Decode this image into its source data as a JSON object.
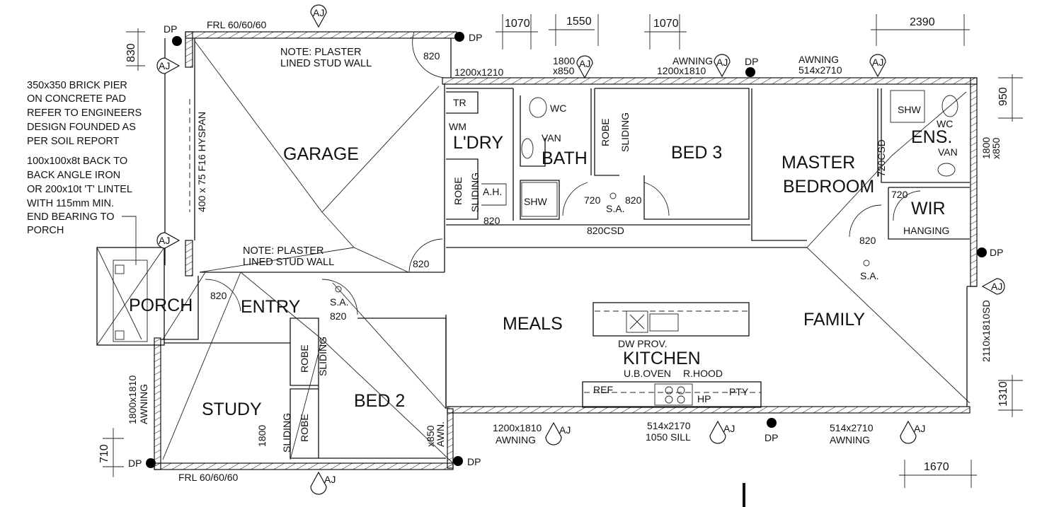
{
  "rooms": {
    "garage": "GARAGE",
    "ldry": "L'DRY",
    "bath": "BATH",
    "bed3": "BED 3",
    "master1": "MASTER",
    "master2": "BEDROOM",
    "ens": "ENS.",
    "wir": "WIR",
    "porch": "PORCH",
    "entry": "ENTRY",
    "meals": "MEALS",
    "family": "FAMILY",
    "kitchen": "KITCHEN",
    "study": "STUDY",
    "bed2": "BED 2"
  },
  "notes": {
    "pier": [
      "350x350 BRICK PIER",
      "ON CONCRETE PAD",
      "REFER TO ENGINEERS",
      "DESIGN FOUNDED AS",
      "PER SOIL REPORT"
    ],
    "lintel": [
      "100x100x8t BACK TO",
      "BACK ANGLE IRON",
      "OR 200x10t 'T' LINTEL",
      "WITH 115mm MIN.",
      "END BEARING TO",
      "PORCH"
    ],
    "plaster_top": [
      "NOTE: PLASTER",
      "LINED STUD WALL"
    ],
    "plaster_mid": [
      "NOTE: PLASTER",
      "LINED STUD WALL"
    ],
    "hyspan": "400 x 75 F16 HYSPAN",
    "frl_top": "FRL 60/60/60",
    "frl_bottom": "FRL 60/60/60"
  },
  "dimensions": {
    "top": [
      "1070",
      "1550",
      "1070",
      "2390"
    ],
    "left_830": "830",
    "right_950": "950",
    "right_1310": "1310",
    "left_710": "710",
    "bottom_1670": "1670"
  },
  "windows": {
    "w1200x1210": "1200x1210",
    "w1800a": [
      "1800",
      "x850"
    ],
    "awning_top1": [
      "AWNING",
      "1200x1810"
    ],
    "awning_top2": [
      "AWNING",
      "514x2710"
    ],
    "right_1800": [
      "1800",
      "x850"
    ],
    "right_2110": "2110x1810SD",
    "left_awning": [
      "1800x1810",
      "AWNING"
    ],
    "bed2_awn": [
      "1800",
      "x850",
      "AWN."
    ],
    "bottom_awning1": [
      "1200x1810",
      "AWNING"
    ],
    "bottom_514": [
      "514x2170",
      "1050 SILL"
    ],
    "bottom_awning2": [
      "514x2710",
      "AWNING"
    ]
  },
  "doors": {
    "garage_820": "820",
    "ldry_820": "820",
    "garage_low_820": "820",
    "entry_820": "820",
    "hall_820": "820",
    "bath_720": "720",
    "bed3_820": "820",
    "csd_820": "820CSD",
    "ens_720csd": "720CSD",
    "wir_720": "720",
    "master_820": "820"
  },
  "fixtures": {
    "tr": "TR",
    "wm": "WM",
    "robe": "ROBE",
    "sliding": "SLIDING",
    "ah": "A.H.",
    "wc": "WC",
    "van": "VAN",
    "shw": "SHW",
    "hanging": "HANGING",
    "dw": "DW PROV.",
    "ub_oven": "U.B.OVEN",
    "r_hood": "R.HOOD",
    "ref": "REF",
    "hp": "HP",
    "pty": "PTY"
  },
  "markers": {
    "aj": "AJ",
    "dp": "DP",
    "sa": "S.A."
  }
}
